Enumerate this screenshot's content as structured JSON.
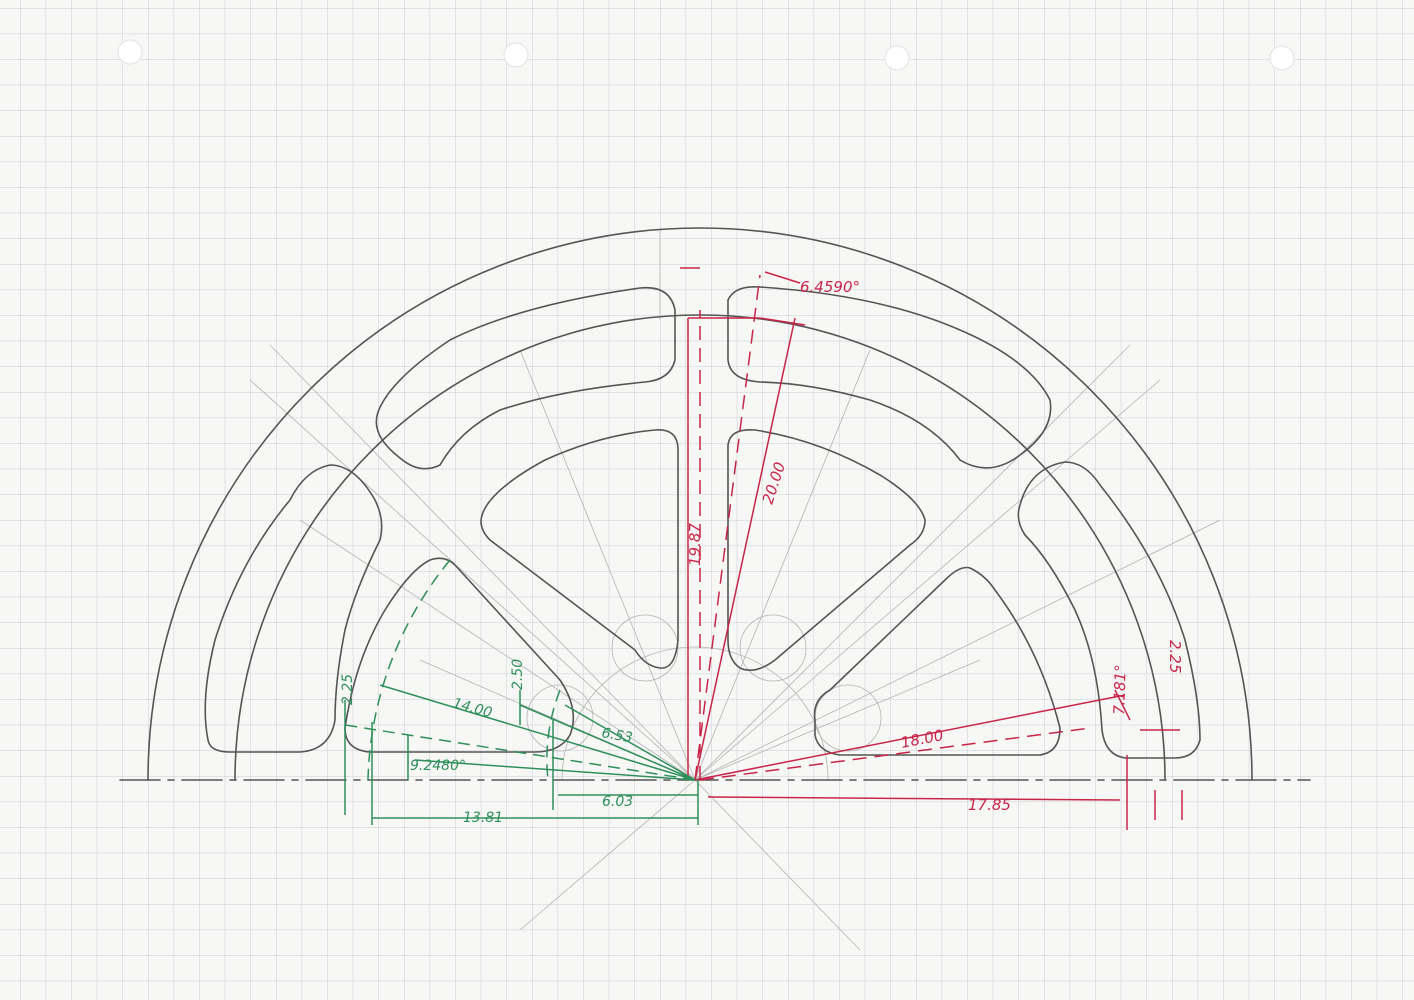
{
  "drawing": {
    "paper": "graph paper",
    "subject": "half-wheel with spokes and rounded window cut-outs",
    "ink_colors": {
      "pencil": "#555555",
      "red": "#c8254a",
      "green": "#2f8f5b",
      "grid": "#c9ccd6"
    }
  },
  "red_dims": {
    "angle_top": "6.4590°",
    "height_19_87": "19.87",
    "radius_20": "20.00",
    "radius_18": "18.00",
    "angle_right": "7.181°",
    "width_2_25": "2.25",
    "horiz_17_85": "17.85"
  },
  "green_dims": {
    "h_2_25": "2.25",
    "len_14_00": "14.00",
    "w_2_50": "2.50",
    "r_6_53": "6.53",
    "angle_left": "9.2480°",
    "h_6_03": "6.03",
    "h_13_81": "13.81"
  }
}
